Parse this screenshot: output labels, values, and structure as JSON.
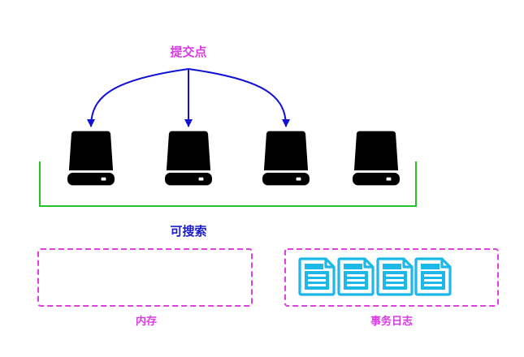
{
  "labels": {
    "commit_point": "提交点",
    "searchable": "可搜索",
    "memory": "内存",
    "transaction_log": "事务日志"
  },
  "colors": {
    "commit_point_text": "#d63de0",
    "searchable_text": "#1c1ccc",
    "arrow": "#1212d6",
    "bracket": "#27c227",
    "dashed_box": "#e040e0",
    "memory_text": "#d63de0",
    "transaction_log_text": "#d63de0",
    "disk": "#000000",
    "doc_icon": "#1cb8e8"
  },
  "icons": {
    "segment": "disk-icon",
    "log_entry": "document-icon"
  },
  "counts": {
    "segments": 4,
    "arrows": 3,
    "log_documents": 4
  }
}
